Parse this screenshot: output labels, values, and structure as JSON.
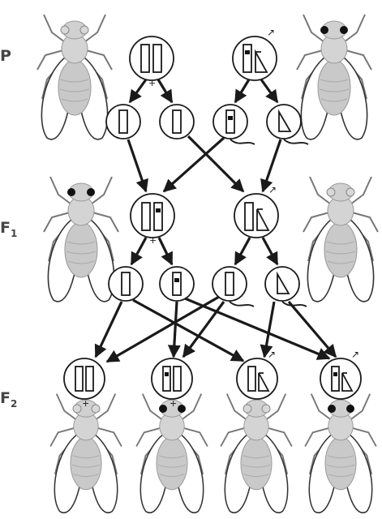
{
  "generations": {
    "parental": {
      "label": "P",
      "sub": ""
    },
    "f1": {
      "label": "F",
      "sub": "1"
    },
    "f2": {
      "label": "F",
      "sub": "2"
    }
  },
  "symbols": {
    "female": "+",
    "male": "↗"
  },
  "colors": {
    "ink": "#1a1a1a",
    "fly_body": "#cfcfcf",
    "fly_eye_red": "#d8d8d8",
    "fly_eye_white": "#111111",
    "x_marker": "#111111"
  },
  "crosses": [
    {
      "generation": "P",
      "female": {
        "eye": "red",
        "genotype": "X+ X+"
      },
      "male": {
        "eye": "white",
        "genotype": "Xw Y"
      }
    },
    {
      "generation": "F1",
      "female": {
        "eye": "white",
        "genotype": "X+ Xw"
      },
      "male": {
        "eye": "red",
        "genotype": "X+ Y"
      }
    },
    {
      "generation": "F2",
      "offspring": [
        {
          "sex": "female",
          "eye": "red",
          "genotype": "X+ X+"
        },
        {
          "sex": "female",
          "eye": "white",
          "genotype": "Xw X+"
        },
        {
          "sex": "male",
          "eye": "red",
          "genotype": "X+ Y"
        },
        {
          "sex": "male",
          "eye": "white",
          "genotype": "Xw Y"
        }
      ]
    }
  ]
}
